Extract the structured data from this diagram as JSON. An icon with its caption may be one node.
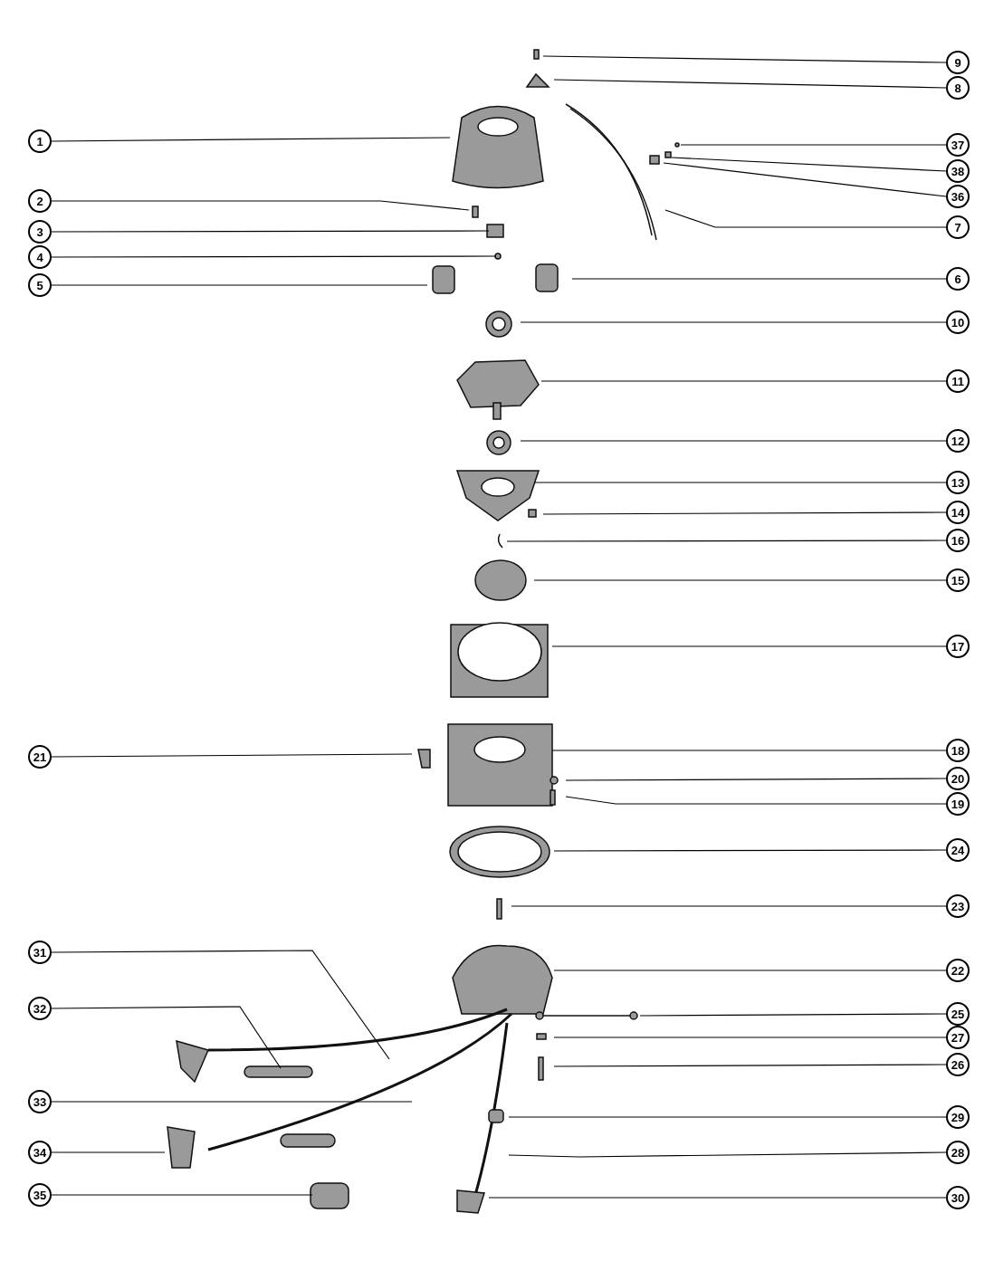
{
  "diagram": {
    "nodes": [
      {
        "text": [
          "9"
        ]
      },
      {
        "text": [
          "8"
        ]
      },
      {
        "text": [
          "1"
        ]
      },
      {
        "text": [
          "37"
        ]
      },
      {
        "text": [
          "38"
        ]
      },
      {
        "text": [
          "36"
        ]
      },
      {
        "text": [
          "2"
        ]
      },
      {
        "text": [
          "7"
        ]
      },
      {
        "text": [
          "3"
        ]
      },
      {
        "text": [
          "4"
        ]
      },
      {
        "text": [
          "6"
        ]
      },
      {
        "text": [
          "5"
        ]
      },
      {
        "text": [
          "10"
        ]
      },
      {
        "text": [
          "11"
        ]
      },
      {
        "text": [
          "12"
        ]
      },
      {
        "text": [
          "13"
        ]
      },
      {
        "text": [
          "14"
        ]
      },
      {
        "text": [
          "16"
        ]
      },
      {
        "text": [
          "15"
        ]
      },
      {
        "text": [
          "17"
        ]
      },
      {
        "text": [
          "18"
        ]
      },
      {
        "text": [
          "21"
        ]
      },
      {
        "text": [
          "20"
        ]
      },
      {
        "text": [
          "19"
        ]
      },
      {
        "text": [
          "24"
        ]
      },
      {
        "text": [
          "23"
        ]
      },
      {
        "text": [
          "31"
        ]
      },
      {
        "text": [
          "22"
        ]
      },
      {
        "text": [
          "32"
        ]
      },
      {
        "text": [
          "25"
        ]
      },
      {
        "text": [
          "27"
        ]
      },
      {
        "text": [
          "26"
        ]
      },
      {
        "text": [
          "33"
        ]
      },
      {
        "text": [
          "29"
        ]
      },
      {
        "text": [
          "34"
        ]
      },
      {
        "text": [
          "28"
        ]
      },
      {
        "text": [
          "35"
        ]
      },
      {
        "text": [
          "30"
        ]
      }
    ],
    "edges": [
      {
        "from": 0,
        "to": null,
        "arrow": "none"
      },
      {
        "from": 1,
        "to": null,
        "arrow": "none"
      },
      {
        "from": 2,
        "to": null,
        "arrow": "none"
      },
      {
        "from": 3,
        "to": null,
        "arrow": "none"
      },
      {
        "from": 4,
        "to": null,
        "arrow": "none"
      },
      {
        "from": 5,
        "to": null,
        "arrow": "none"
      },
      {
        "from": 6,
        "to": null,
        "arrow": "none"
      },
      {
        "from": 7,
        "to": null,
        "arrow": "none"
      },
      {
        "from": 8,
        "to": null,
        "arrow": "none"
      },
      {
        "from": 9,
        "to": null,
        "arrow": "none"
      },
      {
        "from": 10,
        "to": null,
        "arrow": "none"
      },
      {
        "from": 11,
        "to": null,
        "arrow": "none"
      },
      {
        "from": 12,
        "to": null,
        "arrow": "none"
      },
      {
        "from": 13,
        "to": null,
        "arrow": "none"
      },
      {
        "from": 14,
        "to": null,
        "arrow": "none"
      },
      {
        "from": 15,
        "to": null,
        "arrow": "none"
      },
      {
        "from": 16,
        "to": null,
        "arrow": "none"
      },
      {
        "from": 17,
        "to": null,
        "arrow": "none"
      },
      {
        "from": 18,
        "to": null,
        "arrow": "none"
      },
      {
        "from": 19,
        "to": null,
        "arrow": "none"
      },
      {
        "from": 20,
        "to": null,
        "arrow": "none"
      },
      {
        "from": 21,
        "to": null,
        "arrow": "none"
      },
      {
        "from": 22,
        "to": null,
        "arrow": "none"
      },
      {
        "from": 23,
        "to": null,
        "arrow": "none"
      },
      {
        "from": 24,
        "to": null,
        "arrow": "none"
      },
      {
        "from": 25,
        "to": null,
        "arrow": "none"
      },
      {
        "from": 26,
        "to": null,
        "arrow": "none"
      },
      {
        "from": 27,
        "to": null,
        "arrow": "none"
      },
      {
        "from": 28,
        "to": null,
        "arrow": "none"
      },
      {
        "from": 29,
        "to": null,
        "arrow": "none"
      },
      {
        "from": 30,
        "to": null,
        "arrow": "none"
      },
      {
        "from": 31,
        "to": null,
        "arrow": "none"
      },
      {
        "from": 32,
        "to": null,
        "arrow": "none"
      },
      {
        "from": 33,
        "to": null,
        "arrow": "none"
      },
      {
        "from": 34,
        "to": null,
        "arrow": "none"
      },
      {
        "from": 35,
        "to": null,
        "arrow": "none"
      },
      {
        "from": 36,
        "to": null,
        "arrow": "none"
      },
      {
        "from": 37,
        "to": null,
        "arrow": "none"
      }
    ]
  }
}
